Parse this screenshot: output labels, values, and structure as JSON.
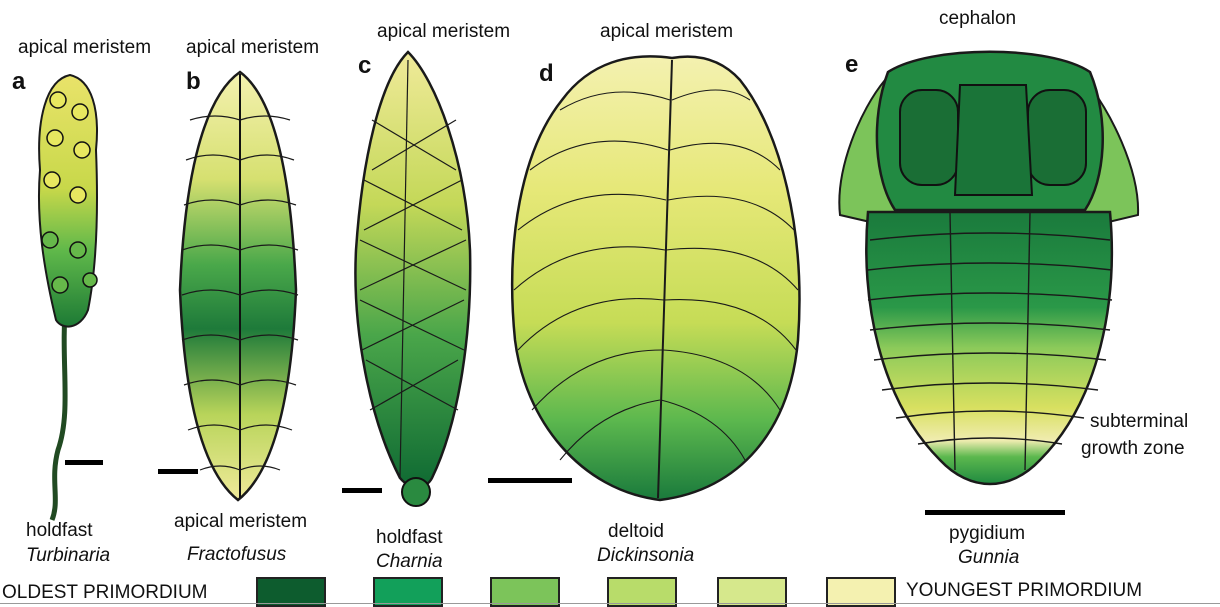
{
  "panels": [
    {
      "letter": "a",
      "top_label": "apical meristem",
      "bottom_label": "holdfast",
      "name": "Turbinaria"
    },
    {
      "letter": "b",
      "top_label": "apical meristem",
      "bottom_label": "apical meristem",
      "name": "Fractofusus"
    },
    {
      "letter": "c",
      "top_label": "apical meristem",
      "bottom_label": "holdfast",
      "name": "Charnia"
    },
    {
      "letter": "d",
      "top_label": "apical meristem",
      "bottom_label": "deltoid",
      "name": "Dickinsonia"
    },
    {
      "letter": "e",
      "top_label": "cephalon",
      "bottom_label": "pygidium",
      "name": "Gunnia",
      "side_label_1": "subterminal",
      "side_label_2": "growth zone"
    }
  ],
  "legend": {
    "oldest_label": "OLDEST PRIMORDIUM",
    "youngest_label": "YOUNGEST PRIMORDIUM",
    "colors": [
      "#0d5c2e",
      "#12a05a",
      "#7cc45a",
      "#b8dc6a",
      "#d6e88c",
      "#f4f1b0"
    ]
  }
}
